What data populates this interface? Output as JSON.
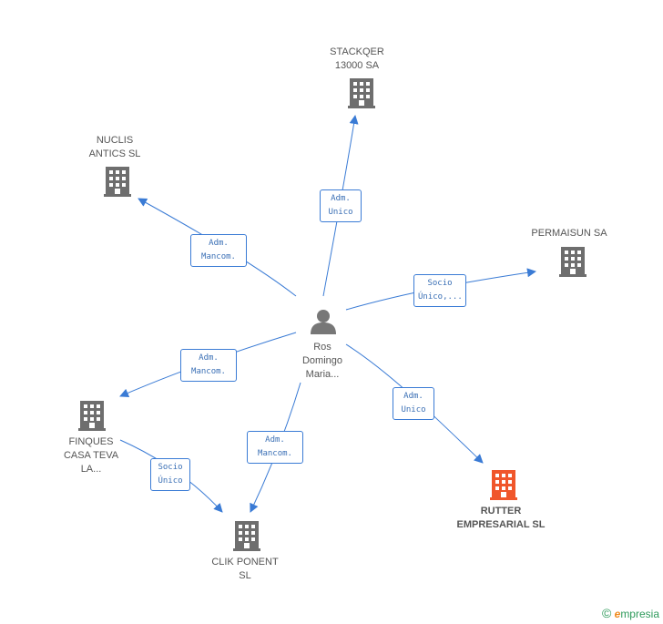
{
  "colors": {
    "edge": "#3a7bd5",
    "company": "#6e6e6e",
    "highlight": "#f0562b",
    "person": "#777777"
  },
  "center": {
    "icon": "person-icon",
    "lines": [
      "Ros",
      "Domingo",
      "Maria..."
    ]
  },
  "companies": [
    {
      "id": "stackqer",
      "icon": "building-icon",
      "lines": [
        "STACKQER",
        "13000 SA"
      ]
    },
    {
      "id": "nuclis",
      "icon": "building-icon",
      "lines": [
        "NUCLIS",
        "ANTICS SL"
      ]
    },
    {
      "id": "permaisun",
      "icon": "building-icon",
      "lines": [
        "PERMAISUN SA"
      ]
    },
    {
      "id": "finques",
      "icon": "building-icon",
      "lines": [
        "FINQUES",
        "CASA TEVA",
        "LA..."
      ]
    },
    {
      "id": "clik",
      "icon": "building-icon",
      "lines": [
        "CLIK PONENT",
        "SL"
      ]
    },
    {
      "id": "rutter",
      "icon": "building-icon",
      "highlight": true,
      "lines": [
        "RUTTER",
        "EMPRESARIAL SL"
      ]
    }
  ],
  "edges": [
    {
      "to": "stackqer",
      "label": [
        "Adm.",
        "Unico"
      ]
    },
    {
      "to": "nuclis",
      "label": [
        "Adm.",
        "Mancom."
      ]
    },
    {
      "to": "permaisun",
      "label": [
        "Socio",
        "Único,..."
      ]
    },
    {
      "to": "finques",
      "label": [
        "Adm.",
        "Mancom."
      ]
    },
    {
      "to": "clik",
      "label": [
        "Adm.",
        "Mancom."
      ]
    },
    {
      "to": "rutter",
      "label": [
        "Adm.",
        "Unico"
      ]
    },
    {
      "from": "finques",
      "to": "clik",
      "label": [
        "Socio",
        "Único"
      ]
    }
  ],
  "copyright": {
    "symbol": "©",
    "brand_initial": "e",
    "brand_rest": "mpresia"
  }
}
